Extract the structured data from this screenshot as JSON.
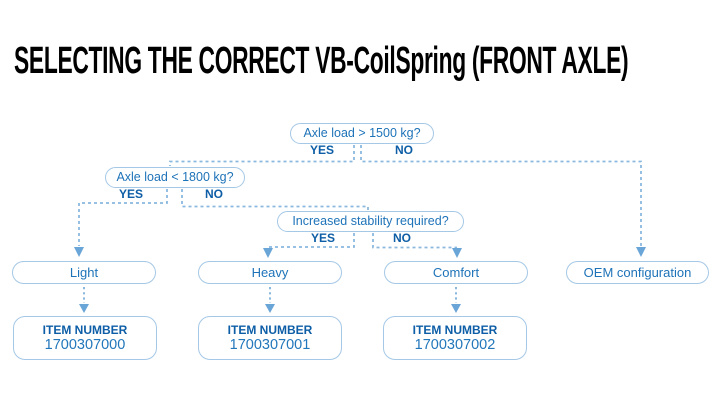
{
  "title": "SELECTING THE CORRECT VB-CoilSpring (FRONT AXLE)",
  "colors": {
    "title": "#000000",
    "question_text": "#1e73b8",
    "label_bold": "#0d5ea6",
    "number_text": "#2277bb",
    "box_border": "#a5c8e6",
    "line": "#8ab8de",
    "arrow": "#6aa5d8"
  },
  "flowchart": {
    "questions": [
      {
        "label": "Axle load > 1500 kg?",
        "yes": "YES",
        "no": "NO"
      },
      {
        "label": "Axle load < 1800 kg?",
        "yes": "YES",
        "no": "NO"
      },
      {
        "label": "Increased stability required?",
        "yes": "YES",
        "no": "NO"
      }
    ],
    "results": [
      {
        "label": "Light"
      },
      {
        "label": "Heavy"
      },
      {
        "label": "Comfort"
      },
      {
        "label": "OEM configuration"
      }
    ],
    "items": [
      {
        "heading": "ITEM NUMBER",
        "number": "1700307000"
      },
      {
        "heading": "ITEM NUMBER",
        "number": "1700307001"
      },
      {
        "heading": "ITEM NUMBER",
        "number": "1700307002"
      }
    ]
  }
}
